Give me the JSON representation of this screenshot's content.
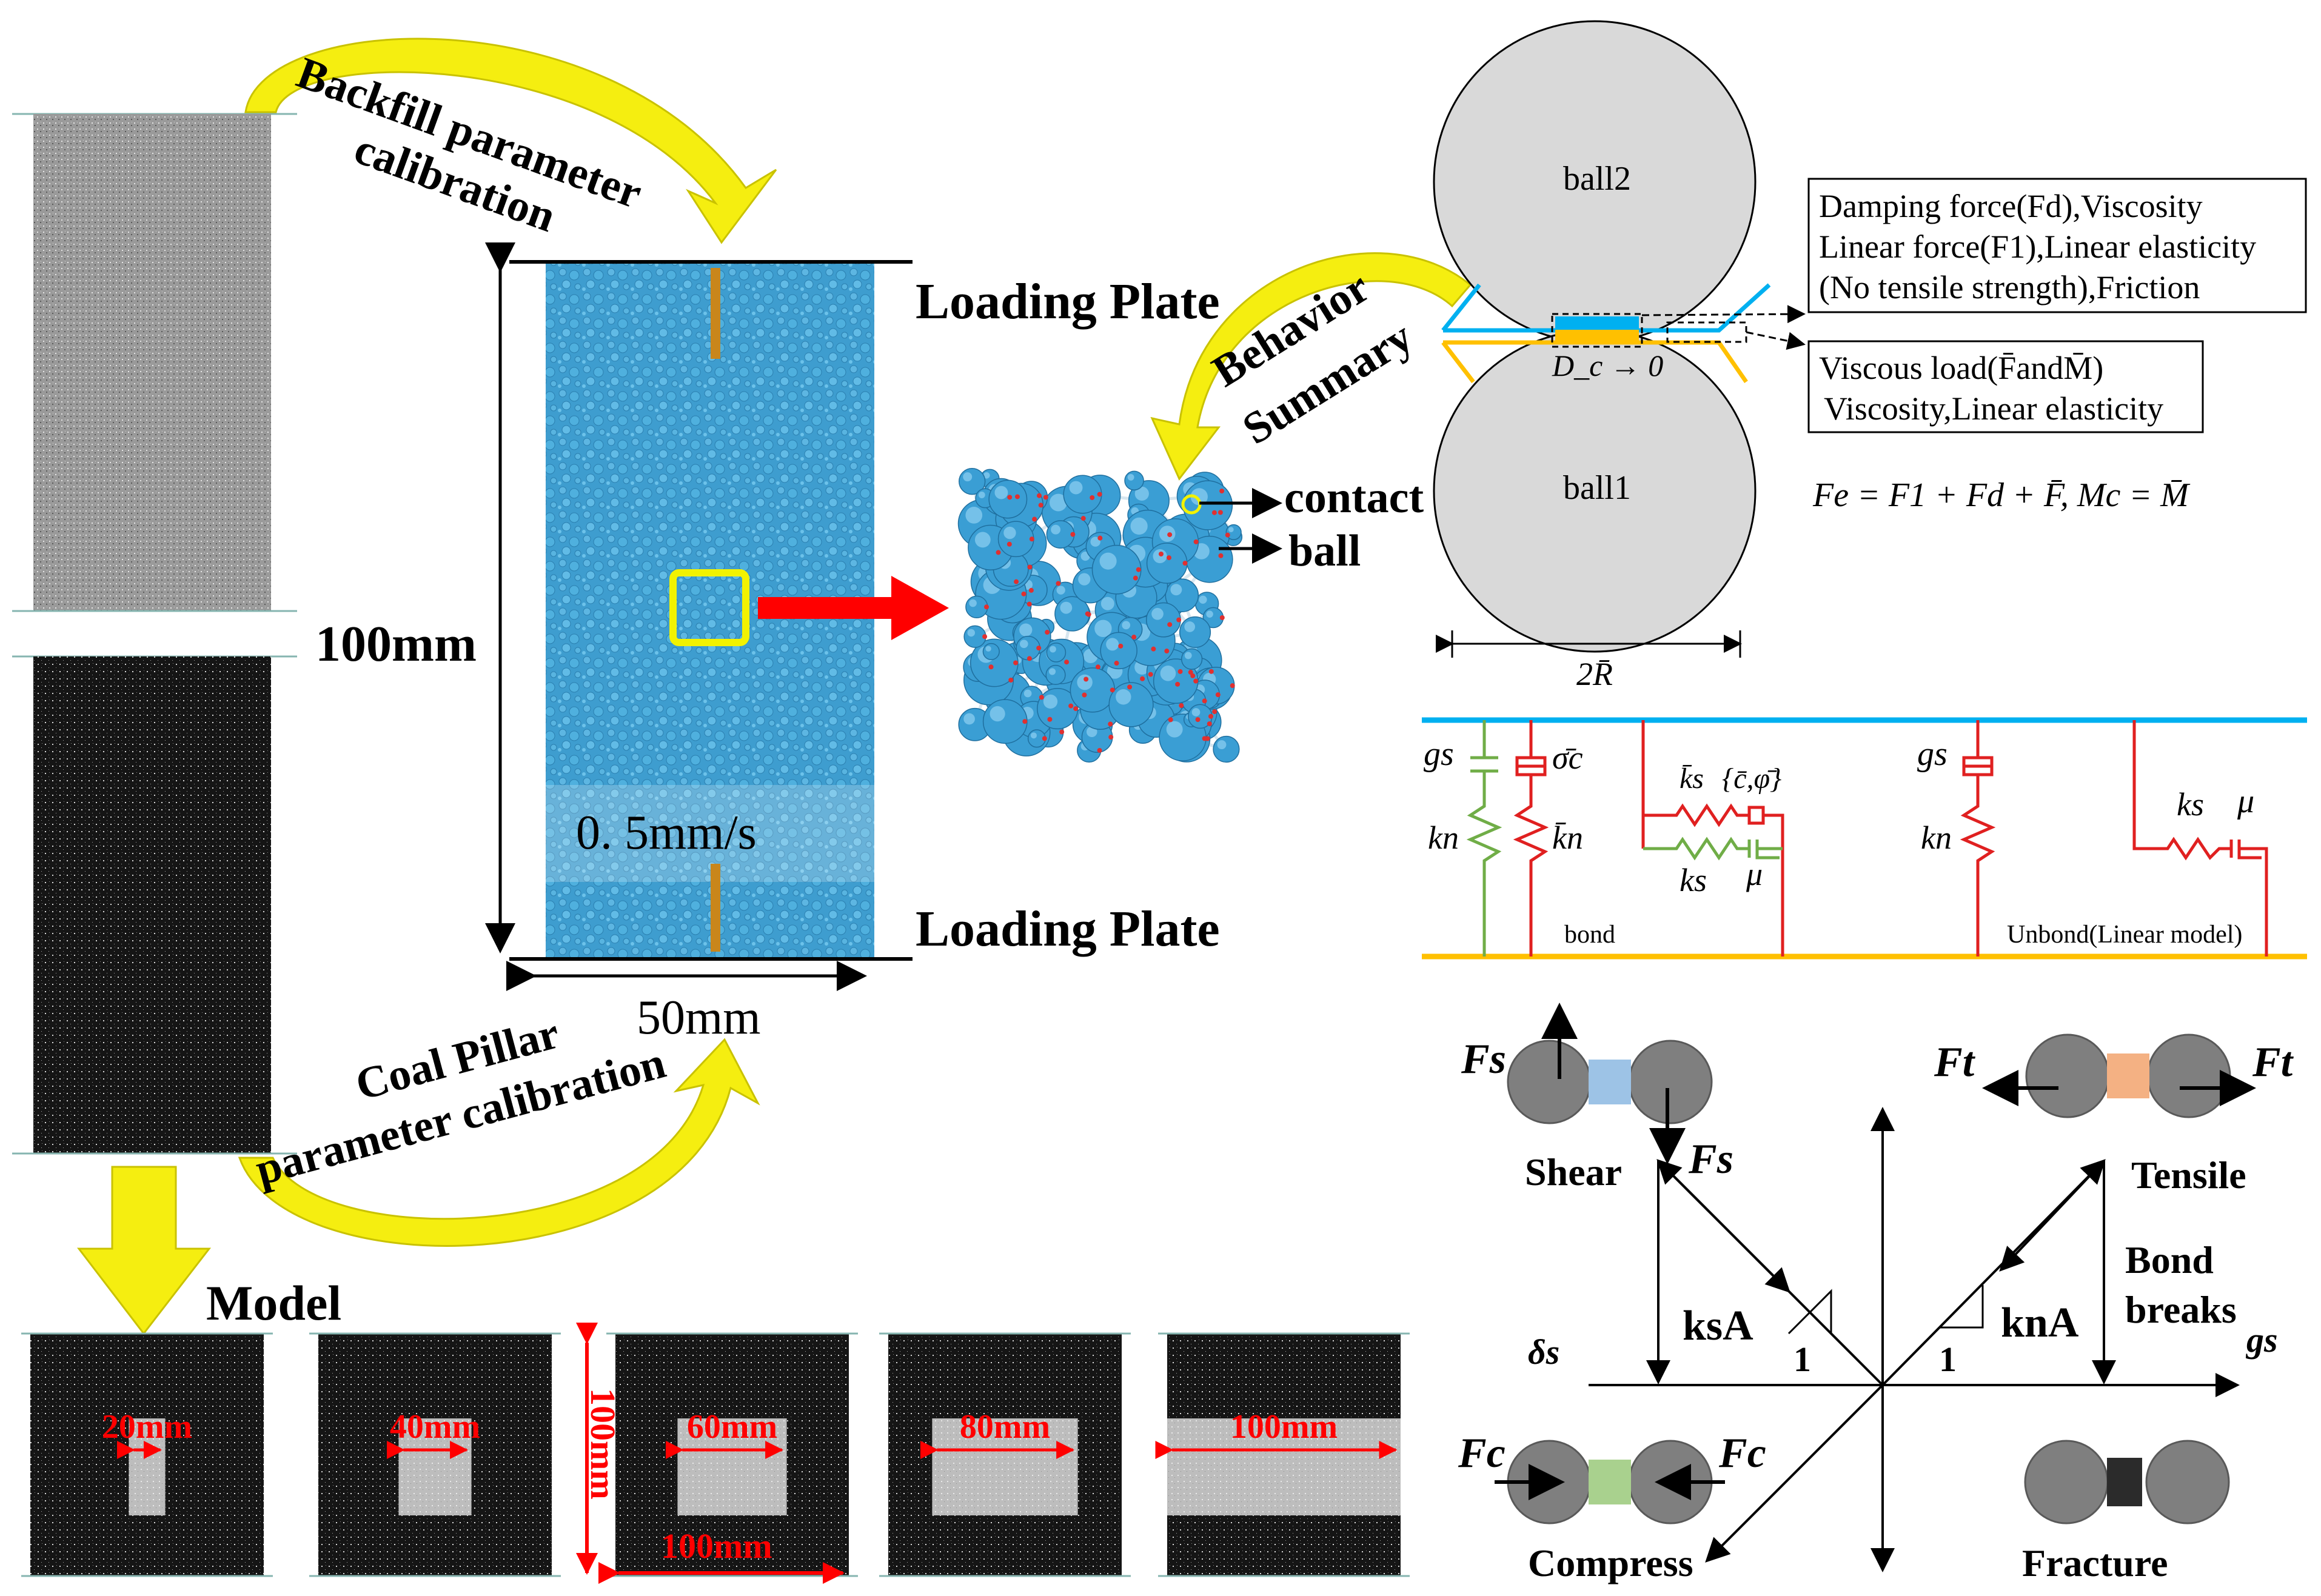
{
  "colors": {
    "arrow_yellow": "#f5ee10",
    "speckle_gray": "#9c9c9c",
    "speckle_dark": "#1a1a1a",
    "specimen_blue": "#3d9fd1",
    "ball_gray": "#d9d9d9",
    "ball_dark": "#7f7f7f",
    "plate_blue": "#00b0f0",
    "plate_gold": "#ffc000",
    "bond_green": "#70ad47",
    "bond_red": "#e02020",
    "label_red": "#ff0000",
    "shear_blue": "#9dc3e6",
    "tensile_orange": "#f4b183",
    "compress_green": "#a9d18e",
    "fracture_black": "#2b2b2b"
  },
  "calibration": {
    "backfill_line1": "Backfill parameter",
    "backfill_line2": "calibration",
    "coal_line1": "Coal Pillar",
    "coal_line2": "parameter calibration",
    "model_label": "Model"
  },
  "specimen": {
    "top_plate": "Loading Plate",
    "bottom_plate": "Loading Plate",
    "height": "100mm",
    "width": "50mm",
    "speed": "0. 5mm/s"
  },
  "zoom": {
    "behavior_line1": "Behavior",
    "behavior_line2": "Summary",
    "contact_label": "contact",
    "ball_label": "ball"
  },
  "contact_model": {
    "ball_top": "ball2",
    "ball_bottom": "ball1",
    "gap": "D_c → 0",
    "radius": "2R̄",
    "box1": [
      "Damping force(Fd),Viscosity",
      "Linear force(F1),Linear elasticity",
      "(No tensile strength),Friction"
    ],
    "box2": [
      "Viscous load(F̄andM̄)",
      "Viscosity,Linear elasticity"
    ],
    "equation": "Fe = F1 + Fd + F̄, Mc = M̄"
  },
  "bond_diagram": {
    "g_s": "gs",
    "k_n": "kn",
    "sigma_c": "σ̄c",
    "k_n_bar": "k̄n",
    "k_s_bar": "k̄s",
    "c_phi": "{c̄,φ̄}",
    "k_s": "ks",
    "mu": "μ",
    "label": "bond"
  },
  "unbond_diagram": {
    "g_s": "gs",
    "k_n": "kn",
    "k_s": "ks",
    "mu": "μ",
    "label": "Unbond(Linear model)"
  },
  "failure": {
    "shear": "Shear",
    "tensile": "Tensile",
    "compress": "Compress",
    "fracture": "Fracture",
    "bond_line1": "Bond",
    "bond_line2": "breaks",
    "ksA": "ksA",
    "knA": "knA",
    "one": "1",
    "delta_s": "δs",
    "g_s": "gs",
    "F_s": "Fs",
    "F_t": "Ft",
    "F_c": "Fc"
  },
  "models": [
    {
      "label": "20mm",
      "fraction": 0.2
    },
    {
      "label": "40mm",
      "fraction": 0.4
    },
    {
      "label": "60mm",
      "fraction": 0.6
    },
    {
      "label": "80mm",
      "fraction": 0.8
    },
    {
      "label": "100mm",
      "fraction": 1.0
    }
  ],
  "model_dims": {
    "vertical": "100mm",
    "horizontal": "100mm"
  }
}
